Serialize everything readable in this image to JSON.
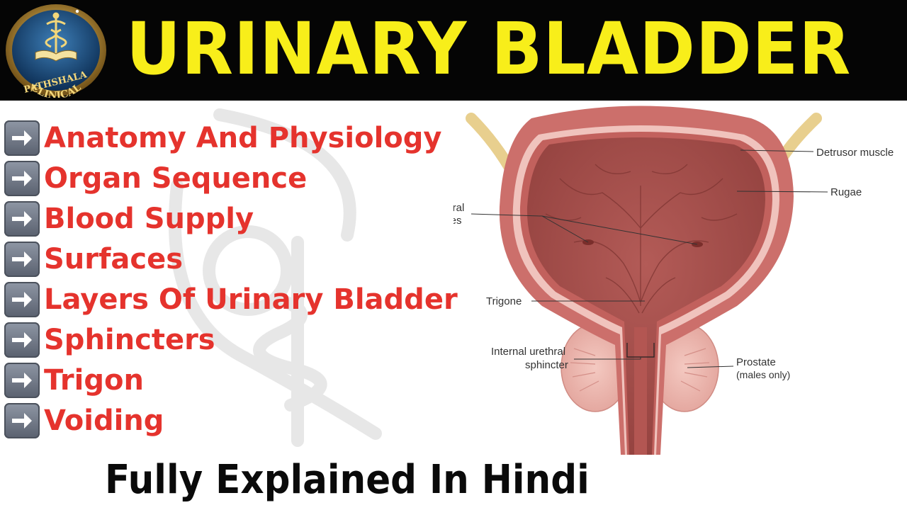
{
  "header": {
    "title": "URINARY BLADDER",
    "logo_text": {
      "line1": "CLINICAL",
      "line2": "PATHSHALA"
    }
  },
  "topics": [
    {
      "label": "Anatomy And Physiology",
      "icon": "right-arrow-icon"
    },
    {
      "label": "Organ Sequence",
      "icon": "right-arrow-icon"
    },
    {
      "label": "Blood Supply",
      "icon": "right-arrow-icon"
    },
    {
      "label": "Surfaces",
      "icon": "right-arrow-icon"
    },
    {
      "label": "Layers Of Urinary Bladder",
      "icon": "right-arrow-icon"
    },
    {
      "label": "Sphincters",
      "icon": "right-arrow-icon"
    },
    {
      "label": "Trigon",
      "icon": "right-arrow-icon"
    },
    {
      "label": "Voiding",
      "icon": "right-arrow-icon"
    }
  ],
  "footer": {
    "text": "Fully Explained In Hindi"
  },
  "diagram": {
    "labels": {
      "detrusor": "Detrusor muscle",
      "rugae": "Rugae",
      "ureteral_1": "Ureteral",
      "ureteral_2": "orifices",
      "trigone": "Trigone",
      "sphincter_1": "Internal urethral",
      "sphincter_2": "sphincter",
      "prostate_1": "Prostate",
      "prostate_2": "(males only)"
    }
  },
  "colors": {
    "header_bg": "#050505",
    "title": "#f8ee1a",
    "topic_text": "#e5332d",
    "footer_text": "#0a0a0a",
    "bladder_lumen": "#a54f4c",
    "bladder_wall": "#cc6f6b",
    "bladder_lining": "#f0c3bd",
    "ureter": "#e8cf8e",
    "prostate": "#e9b2aa"
  }
}
